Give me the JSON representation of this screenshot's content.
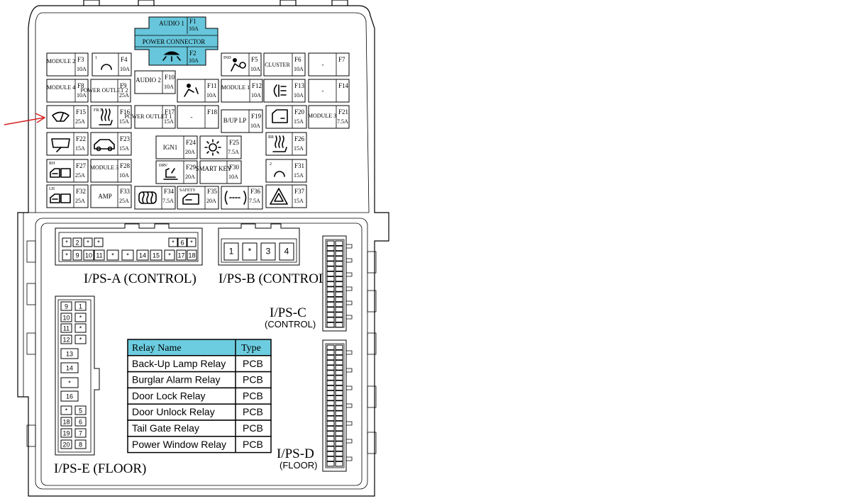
{
  "top_connector": {
    "audio1_label": "AUDIO 1",
    "audio1_code": "F1",
    "audio1_amp": "10A",
    "power_connector_label": "POWER CONNECTOR",
    "f2_code": "F2",
    "f2_amp": "10A",
    "color": "#67c6db"
  },
  "fuses": {
    "f3": {
      "code": "F3",
      "amp": "10A",
      "label": "MODULE 2"
    },
    "f4": {
      "code": "F4",
      "amp": "10A",
      "label": "1"
    },
    "f5": {
      "code": "F5",
      "amp": "10A",
      "label": "IND"
    },
    "f6": {
      "code": "F6",
      "amp": "10A",
      "label": "CLUSTER"
    },
    "f7": {
      "code": "F7",
      "amp": "",
      "label": "-"
    },
    "f8": {
      "code": "F8",
      "amp": "10A",
      "label": "MODULE 4"
    },
    "f9": {
      "code": "F9",
      "amp": "25A",
      "label": "POWER OUTLET 2"
    },
    "f10": {
      "code": "F10",
      "amp": "10A",
      "label": "AUDIO 2"
    },
    "f11": {
      "code": "F11",
      "amp": "10A",
      "label": ""
    },
    "f12": {
      "code": "F12",
      "amp": "10A",
      "label": "MODULE 1"
    },
    "f13": {
      "code": "F13",
      "amp": "10A",
      "label": ""
    },
    "f14": {
      "code": "F14",
      "amp": "",
      "label": "-"
    },
    "f15": {
      "code": "F15",
      "amp": "25A",
      "label": ""
    },
    "f16": {
      "code": "F16",
      "amp": "15A",
      "label": "FR.T"
    },
    "f17": {
      "code": "F17",
      "amp": "15A",
      "label": "POWER OUTLET 1"
    },
    "f18": {
      "code": "F18",
      "amp": "",
      "label": "-"
    },
    "f19": {
      "code": "F19",
      "amp": "10A",
      "label": "B/UP LP"
    },
    "f20": {
      "code": "F20",
      "amp": "15A",
      "label": ""
    },
    "f21": {
      "code": "F21",
      "amp": "7.5A",
      "label": "MODULE 3"
    },
    "f22": {
      "code": "F22",
      "amp": "15A",
      "label": ""
    },
    "f23": {
      "code": "F23",
      "amp": "15A",
      "label": ""
    },
    "f24": {
      "code": "F24",
      "amp": "20A",
      "label": "IGN1"
    },
    "f25": {
      "code": "F25",
      "amp": "7.5A",
      "label": ""
    },
    "f26": {
      "code": "F26",
      "amp": "15A",
      "label": "RR"
    },
    "f27": {
      "code": "F27",
      "amp": "25A",
      "label": "RH"
    },
    "f28": {
      "code": "F28",
      "amp": "10A",
      "label": "MODULE 3"
    },
    "f29": {
      "code": "F29",
      "amp": "20A",
      "label": "DRV"
    },
    "f30": {
      "code": "F30",
      "amp": "10A",
      "label": "SMART KEY"
    },
    "f31": {
      "code": "F31",
      "amp": "15A",
      "label": "2"
    },
    "f32": {
      "code": "F32",
      "amp": "25A",
      "label": "LH"
    },
    "f33": {
      "code": "F33",
      "amp": "25A",
      "label": "AMP"
    },
    "f34": {
      "code": "F34",
      "amp": "7.5A",
      "label": ""
    },
    "f35": {
      "code": "F35",
      "amp": "20A",
      "label": "SAFETY"
    },
    "f36": {
      "code": "F36",
      "amp": "7.5A",
      "label": ""
    },
    "f37": {
      "code": "F37",
      "amp": "15A",
      "label": ""
    }
  },
  "connectors": {
    "ips_a": {
      "title": "I/PS-A (CONTROL)",
      "top_row": [
        "*",
        "2",
        "*",
        "*",
        "*",
        "6",
        "*"
      ],
      "bottom_row": [
        "*",
        "9",
        "10",
        "11",
        "*",
        "*",
        "14",
        "15",
        "*",
        "17",
        "18"
      ]
    },
    "ips_b": {
      "title": "I/PS-B (CONTROL)",
      "pins": [
        "1",
        "*",
        "3",
        "4"
      ]
    },
    "ips_c": {
      "title": "I/PS-C",
      "subtitle": "(CONTROL)"
    },
    "ips_d": {
      "title": "I/PS-D",
      "subtitle": "(FLOOR)"
    },
    "ips_e": {
      "title": "I/PS-E (FLOOR)",
      "rows": [
        [
          "9",
          "1"
        ],
        [
          "10",
          "*"
        ],
        [
          "11",
          "*"
        ],
        [
          "12",
          "*"
        ],
        [
          "13",
          ""
        ],
        [
          "14",
          ""
        ],
        [
          "*",
          ""
        ],
        [
          "16",
          ""
        ],
        [
          "*",
          "5"
        ],
        [
          "18",
          "6"
        ],
        [
          "19",
          "7"
        ],
        [
          "20",
          "8"
        ]
      ]
    }
  },
  "relay_table": {
    "headers": [
      "Relay Name",
      "Type"
    ],
    "rows": [
      [
        "Back-Up Lamp Relay",
        "PCB"
      ],
      [
        "Burglar Alarm Relay",
        "PCB"
      ],
      [
        "Door Lock Relay",
        "PCB"
      ],
      [
        "Door Unlock Relay",
        "PCB"
      ],
      [
        "Tail Gate Relay",
        "PCB"
      ],
      [
        "Power Window Relay",
        "PCB"
      ]
    ],
    "header_color": "#6ccde0"
  },
  "colors": {
    "arrow": "#d42020",
    "connector_highlight": "#67c6db"
  }
}
